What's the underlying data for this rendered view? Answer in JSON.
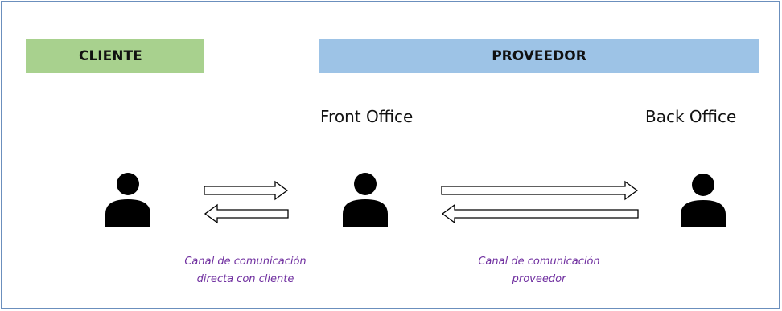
{
  "bands": {
    "cliente": "CLIENTE",
    "proveedor": "PROVEEDOR"
  },
  "roles": {
    "front_office": "Front Office",
    "back_office": "Back Office"
  },
  "captions": {
    "client_channel_line1": "Canal de comunicación",
    "client_channel_line2": "directa con cliente",
    "provider_channel_line1": "Canal de comunicación",
    "provider_channel_line2": "proveedor"
  },
  "colors": {
    "cliente_band": "#a8d18e",
    "proveedor_band": "#9dc3e6",
    "caption_text": "#7030a0",
    "person": "#000000"
  },
  "icons": {
    "person": "person-icon",
    "arrow_right": "arrow-right-icon",
    "arrow_left": "arrow-left-icon"
  }
}
